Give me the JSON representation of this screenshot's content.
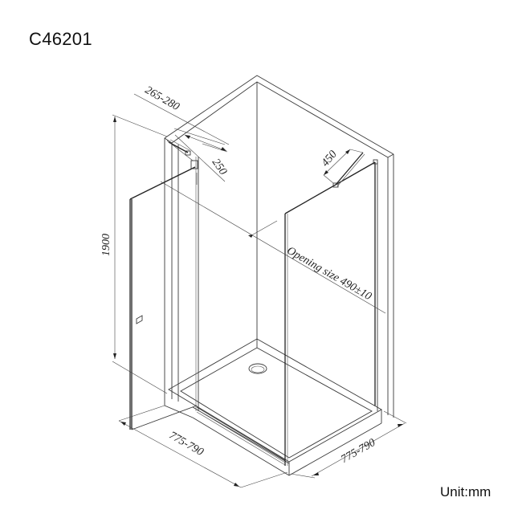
{
  "header": {
    "model_code": "C46201"
  },
  "footer": {
    "unit_label": "Unit:mm"
  },
  "drawing": {
    "title": "Shower enclosure isometric dimension drawing",
    "colors": {
      "line": "#3a3a3a",
      "background": "#ffffff"
    },
    "dimensions": {
      "height": "1900",
      "support_arm_left_range": "265-280",
      "support_arm_left_offset": "250",
      "support_arm_right": "450",
      "opening_size": "Opening size 490±10",
      "width_left": "775-790",
      "width_right": "775-790"
    },
    "components": [
      "wall-corner",
      "shower-tray",
      "drain",
      "hinged-door-panel",
      "fixed-side-panel",
      "support-arm-left",
      "support-arm-right",
      "door-handle"
    ]
  }
}
